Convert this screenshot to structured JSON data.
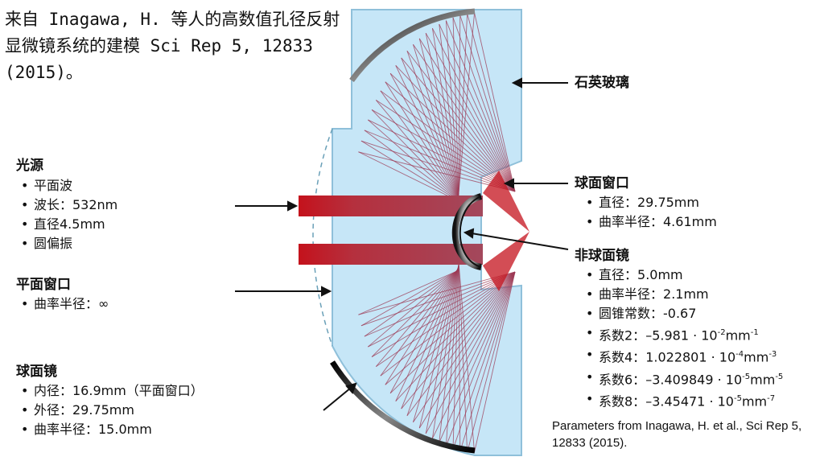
{
  "caption": "来自 Inagawa, H. 等人的高数值孔径反射显微镜系统的建模 Sci Rep 5, 12833 (2015)。",
  "light_source": {
    "heading": "光源",
    "items": [
      "平面波",
      "波长：532nm",
      "直径4.5mm",
      "圆偏振"
    ]
  },
  "flat_window": {
    "heading": "平面窗口",
    "items": [
      "曲率半径：∞"
    ]
  },
  "spherical_mirror": {
    "heading": "球面镜",
    "items": [
      "内径：16.9mm（平面窗口）",
      "外径：29.75mm",
      "曲率半径：15.0mm"
    ]
  },
  "quartz_label": "石英玻璃",
  "spherical_window": {
    "heading": "球面窗口",
    "items": [
      "直径：29.75mm",
      "曲率半径：4.61mm"
    ]
  },
  "aspheric_mirror": {
    "heading": "非球面镜",
    "items": [
      {
        "label": "直径：",
        "value": "5.0mm"
      },
      {
        "label": "曲率半径：",
        "value": "2.1mm"
      },
      {
        "label": "圆锥常数：",
        "value": "-0.67"
      },
      {
        "label": "系数2：",
        "value": "–5.981 · 10",
        "exp": "-2",
        "unit": "mm",
        "unit_exp": "-1"
      },
      {
        "label": "系数4：",
        "value": "1.022801 · 10",
        "exp": "-4",
        "unit": "mm",
        "unit_exp": "-3"
      },
      {
        "label": "系数6：",
        "value": "–3.409849 · 10",
        "exp": "-5",
        "unit": "mm",
        "unit_exp": "-5"
      },
      {
        "label": "系数8：",
        "value": "–3.45471 · 10",
        "exp": "-5",
        "unit": "mm",
        "unit_exp": "-7"
      }
    ]
  },
  "source_note": "Parameters from Inagawa, H. et al., Sci Rep 5, 12833 (2015).",
  "colors": {
    "glass": "#c6e6f7",
    "glass_edge": "#8fc0da",
    "beam": "#c4121c",
    "ray": "#9d3a55",
    "mirror": "#111111"
  }
}
